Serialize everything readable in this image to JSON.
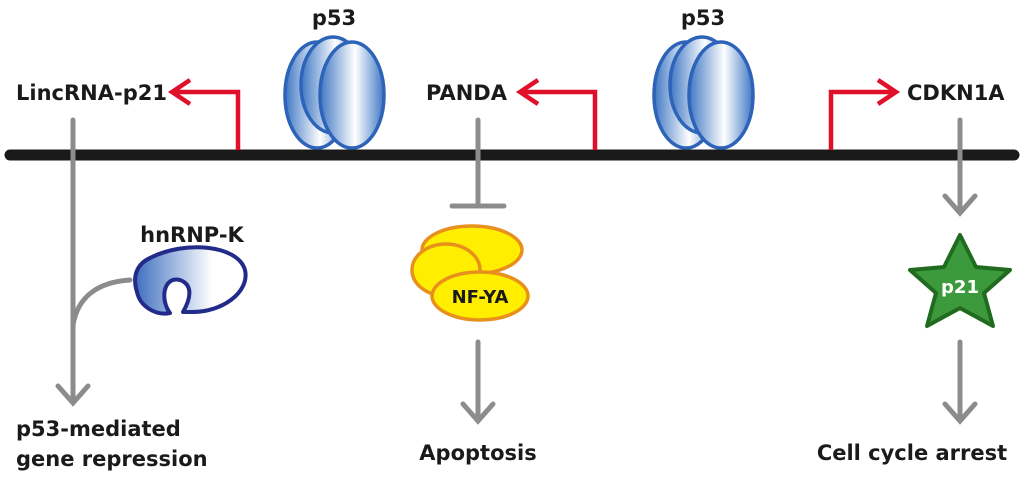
{
  "genes": {
    "lincrna": "LincRNA-p21",
    "panda": "PANDA",
    "cdkn1a": "CDKN1A"
  },
  "proteins": {
    "p53_left": "p53",
    "p53_right": "p53",
    "hnrnpk": "hnRNP-K",
    "nfya": "NF-YA",
    "p21": "p21"
  },
  "outcomes": {
    "repression_line1": "p53-mediated",
    "repression_line2": "gene repression",
    "apoptosis": "Apoptosis",
    "arrest": "Cell cycle arrest"
  },
  "colors": {
    "dna": "#1a1a1a",
    "promoter_arrow": "#e0102a",
    "pathway_arrow": "#8c8c8c",
    "p53_fill": "#3f77c4",
    "p53_stroke": "#2d63b8",
    "hnrnpk_stroke": "#222a8a",
    "nfya_fill": "#ffee00",
    "nfya_stroke": "#e8901c",
    "p21_fill": "#3c9a3c",
    "p21_stroke": "#216b21"
  }
}
